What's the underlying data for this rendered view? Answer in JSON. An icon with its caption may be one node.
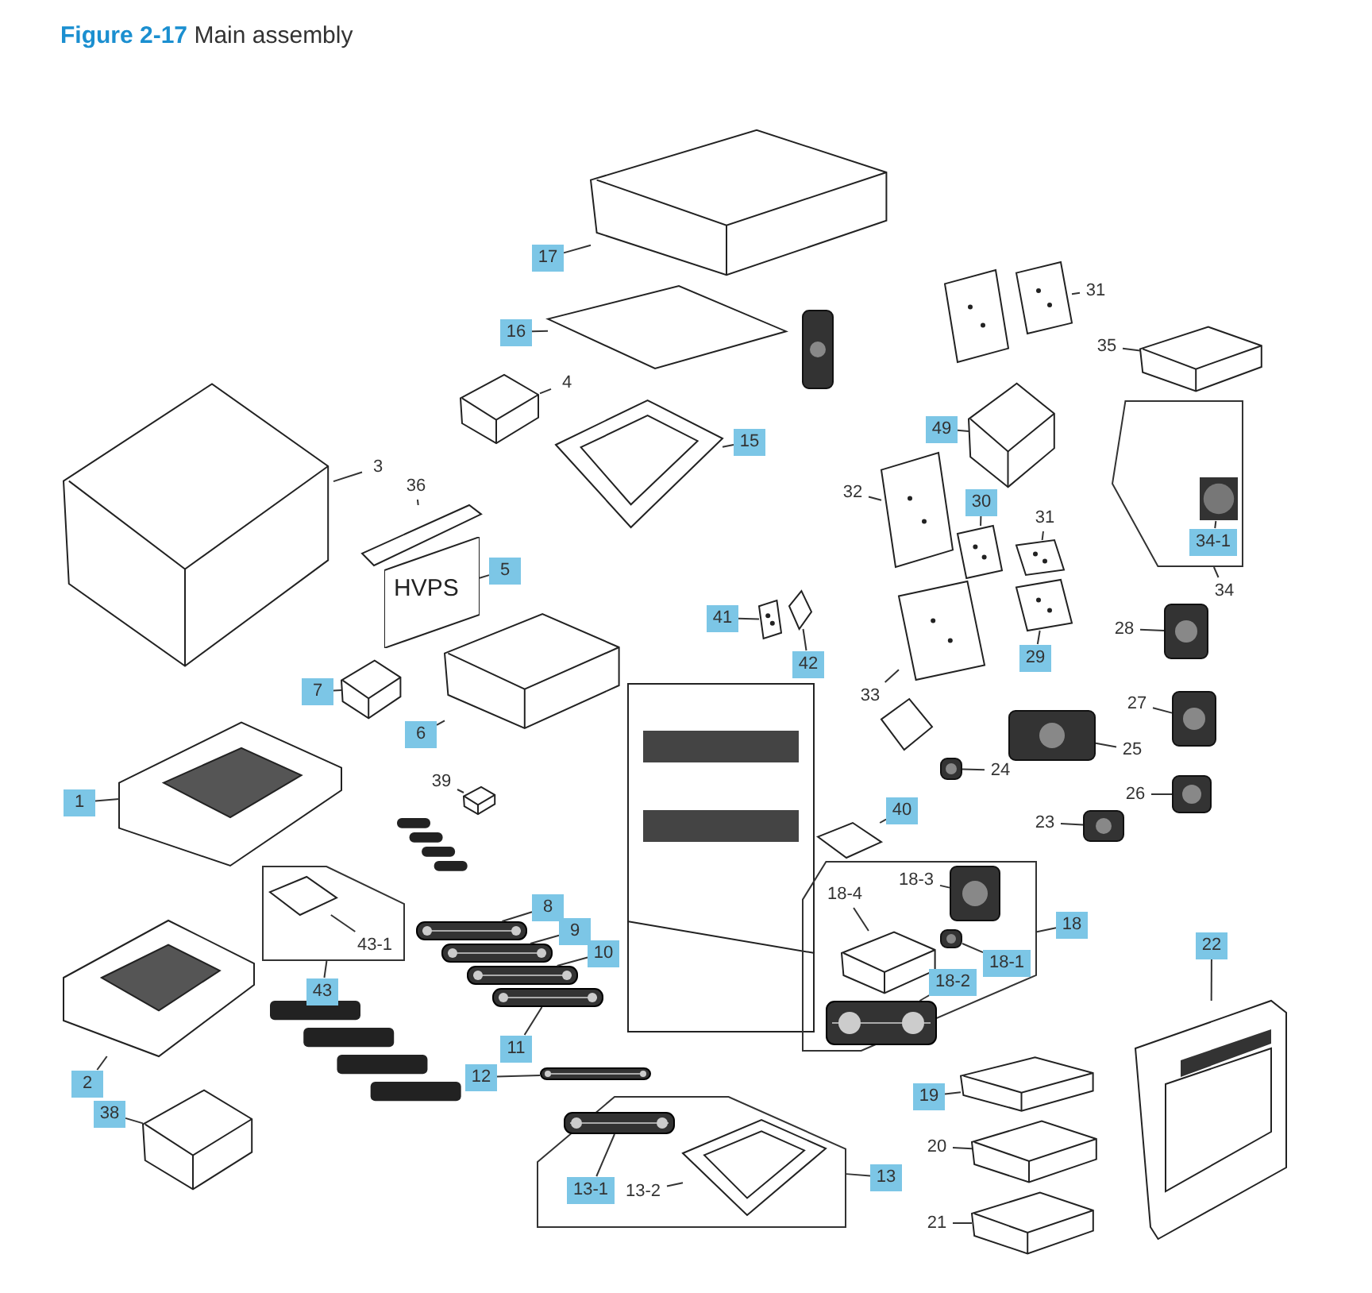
{
  "diagram": {
    "title": "**Figure 2-17** Main assembly",
    "nodes": [
      {
        "text": [
          "17"
        ]
      },
      {
        "text": [],
        "shape": "picture"
      },
      {
        "text": [
          "16"
        ]
      },
      {
        "text": [],
        "shape": "picture"
      },
      {
        "text": [
          "4"
        ]
      },
      {
        "text": [],
        "shape": "picture"
      },
      {
        "text": [
          "3"
        ]
      },
      {
        "text": [],
        "shape": "picture"
      },
      {
        "text": [
          "36"
        ]
      },
      {
        "text": [],
        "shape": "picture"
      },
      {
        "text": [
          "5"
        ]
      },
      {
        "text": [
          "HVPS"
        ]
      },
      {
        "text": [
          "15"
        ]
      },
      {
        "text": [],
        "shape": "picture"
      },
      {
        "text": [
          "7"
        ]
      },
      {
        "text": [],
        "shape": "picture"
      },
      {
        "text": [
          "6"
        ]
      },
      {
        "text": [],
        "shape": "picture"
      },
      {
        "text": [
          "1"
        ]
      },
      {
        "text": [],
        "shape": "picture"
      },
      {
        "text": [
          "39"
        ]
      },
      {
        "text": [],
        "shape": "picture"
      },
      {
        "text": [
          "2"
        ]
      },
      {
        "text": [],
        "shape": "picture"
      },
      {
        "text": [],
        "shape": "box"
      },
      {
        "text": [
          "43-1"
        ],
        "in": 24
      },
      {
        "text": [],
        "shape": "picture",
        "in": 24
      },
      {
        "text": [
          "43"
        ]
      },
      {
        "text": [
          "38"
        ]
      },
      {
        "text": [],
        "shape": "picture"
      },
      {
        "text": [
          "8"
        ]
      },
      {
        "text": [],
        "shape": "picture"
      },
      {
        "text": [
          "9"
        ]
      },
      {
        "text": [],
        "shape": "picture"
      },
      {
        "text": [
          "10"
        ]
      },
      {
        "text": [],
        "shape": "picture"
      },
      {
        "text": [
          "11"
        ]
      },
      {
        "text": [],
        "shape": "picture"
      },
      {
        "text": [
          "12"
        ]
      },
      {
        "text": [],
        "shape": "picture"
      },
      {
        "text": [],
        "shape": "box"
      },
      {
        "text": [
          "13-1"
        ],
        "in": 40
      },
      {
        "text": [],
        "shape": "picture",
        "in": 40
      },
      {
        "text": [
          "13-2"
        ],
        "in": 40
      },
      {
        "text": [],
        "shape": "picture",
        "in": 40
      },
      {
        "text": [
          "13"
        ]
      },
      {
        "text": [
          "31"
        ]
      },
      {
        "text": [],
        "shape": "picture"
      },
      {
        "text": [
          "35"
        ]
      },
      {
        "text": [],
        "shape": "picture"
      },
      {
        "text": [
          "49"
        ]
      },
      {
        "text": [],
        "shape": "picture"
      },
      {
        "text": [
          "32"
        ]
      },
      {
        "text": [],
        "shape": "picture"
      },
      {
        "text": [
          "30"
        ]
      },
      {
        "text": [],
        "shape": "picture"
      },
      {
        "text": [
          "31"
        ]
      },
      {
        "text": [],
        "shape": "picture"
      },
      {
        "text": [],
        "shape": "box"
      },
      {
        "text": [
          "34-1"
        ],
        "in": 58
      },
      {
        "text": [],
        "shape": "picture",
        "in": 58
      },
      {
        "text": [
          "34"
        ]
      },
      {
        "text": [
          "41"
        ]
      },
      {
        "text": [],
        "shape": "picture"
      },
      {
        "text": [
          "42"
        ]
      },
      {
        "text": [],
        "shape": "picture"
      },
      {
        "text": [
          "29"
        ]
      },
      {
        "text": [],
        "shape": "picture"
      },
      {
        "text": [
          "33"
        ]
      },
      {
        "text": [],
        "shape": "picture"
      },
      {
        "text": [
          "28"
        ]
      },
      {
        "text": [],
        "shape": "picture"
      },
      {
        "text": [
          "27"
        ]
      },
      {
        "text": [],
        "shape": "picture"
      },
      {
        "text": [
          "25"
        ]
      },
      {
        "text": [],
        "shape": "picture"
      },
      {
        "text": [
          "24"
        ]
      },
      {
        "text": [],
        "shape": "picture"
      },
      {
        "text": [
          "26"
        ]
      },
      {
        "text": [],
        "shape": "picture"
      },
      {
        "text": [
          "23"
        ]
      },
      {
        "text": [],
        "shape": "picture"
      },
      {
        "text": [
          "40"
        ]
      },
      {
        "text": [],
        "shape": "picture"
      },
      {
        "text": [],
        "shape": "box"
      },
      {
        "text": [
          "18-3"
        ],
        "in": 84
      },
      {
        "text": [],
        "shape": "picture",
        "in": 84
      },
      {
        "text": [
          "18-4"
        ],
        "in": 84
      },
      {
        "text": [],
        "shape": "picture",
        "in": 84
      },
      {
        "text": [
          "18-1"
        ],
        "in": 84
      },
      {
        "text": [],
        "shape": "picture",
        "in": 84
      },
      {
        "text": [
          "18-2"
        ],
        "in": 84
      },
      {
        "text": [],
        "shape": "picture",
        "in": 84
      },
      {
        "text": [
          "18"
        ]
      },
      {
        "text": [
          "19"
        ]
      },
      {
        "text": [],
        "shape": "picture"
      },
      {
        "text": [
          "20"
        ]
      },
      {
        "text": [],
        "shape": "picture"
      },
      {
        "text": [
          "21"
        ]
      },
      {
        "text": [],
        "shape": "picture"
      },
      {
        "text": [
          "22"
        ]
      },
      {
        "text": [],
        "shape": "picture"
      }
    ],
    "edges": [
      {
        "from": 0,
        "to": 1,
        "arrow": "none"
      },
      {
        "from": 2,
        "to": 3,
        "arrow": "none"
      },
      {
        "from": 4,
        "to": 5,
        "arrow": "none"
      },
      {
        "from": 6,
        "to": 7,
        "arrow": "none"
      },
      {
        "from": 8,
        "to": 9,
        "arrow": "none"
      },
      {
        "from": 10,
        "to": 11,
        "arrow": "none"
      },
      {
        "from": 12,
        "to": 13,
        "arrow": "none"
      },
      {
        "from": 14,
        "to": 15,
        "arrow": "none"
      },
      {
        "from": 16,
        "to": 17,
        "arrow": "none"
      },
      {
        "from": 18,
        "to": 19,
        "arrow": "none"
      },
      {
        "from": 20,
        "to": 21,
        "arrow": "none"
      },
      {
        "from": 22,
        "to": 23,
        "arrow": "none"
      },
      {
        "from": 25,
        "to": 26,
        "arrow": "none"
      },
      {
        "from": 27,
        "to": 24,
        "arrow": "none"
      },
      {
        "from": 28,
        "to": 29,
        "arrow": "none"
      },
      {
        "from": 30,
        "to": 31,
        "arrow": "none"
      },
      {
        "from": 32,
        "to": 33,
        "arrow": "none"
      },
      {
        "from": 34,
        "to": 35,
        "arrow": "none"
      },
      {
        "from": 36,
        "to": 37,
        "arrow": "none"
      },
      {
        "from": 38,
        "to": 39,
        "arrow": "none"
      },
      {
        "from": 41,
        "to": 42,
        "arrow": "none"
      },
      {
        "from": 43,
        "to": 44,
        "arrow": "none"
      },
      {
        "from": 45,
        "to": 40,
        "arrow": "none"
      },
      {
        "from": 46,
        "to": 47,
        "arrow": "none"
      },
      {
        "from": 48,
        "to": 49,
        "arrow": "none"
      },
      {
        "from": 50,
        "to": 51,
        "arrow": "none"
      },
      {
        "from": 52,
        "to": 53,
        "arrow": "none"
      },
      {
        "from": 54,
        "to": 55,
        "arrow": "none"
      },
      {
        "from": 56,
        "to": 57,
        "arrow": "none"
      },
      {
        "from": 59,
        "to": 60,
        "arrow": "none"
      },
      {
        "from": 61,
        "to": 58,
        "arrow": "none"
      },
      {
        "from": 62,
        "to": 63,
        "arrow": "none"
      },
      {
        "from": 64,
        "to": 65,
        "arrow": "none"
      },
      {
        "from": 66,
        "to": 67,
        "arrow": "none"
      },
      {
        "from": 68,
        "to": 69,
        "arrow": "none"
      },
      {
        "from": 70,
        "to": 71,
        "arrow": "none"
      },
      {
        "from": 72,
        "to": 73,
        "arrow": "none"
      },
      {
        "from": 74,
        "to": 75,
        "arrow": "none"
      },
      {
        "from": 76,
        "to": 77,
        "arrow": "none"
      },
      {
        "from": 78,
        "to": 79,
        "arrow": "none"
      },
      {
        "from": 80,
        "to": 81,
        "arrow": "none"
      },
      {
        "from": 82,
        "to": 83,
        "arrow": "none"
      },
      {
        "from": 85,
        "to": 86,
        "arrow": "none"
      },
      {
        "from": 87,
        "to": 88,
        "arrow": "none"
      },
      {
        "from": 89,
        "to": 90,
        "arrow": "none"
      },
      {
        "from": 91,
        "to": 92,
        "arrow": "none"
      },
      {
        "from": 93,
        "to": 84,
        "arrow": "none"
      },
      {
        "from": 94,
        "to": 95,
        "arrow": "none"
      },
      {
        "from": 96,
        "to": 97,
        "arrow": "none"
      },
      {
        "from": 98,
        "to": 99,
        "arrow": "none"
      },
      {
        "from": 100,
        "to": 101,
        "arrow": "none"
      }
    ]
  }
}
